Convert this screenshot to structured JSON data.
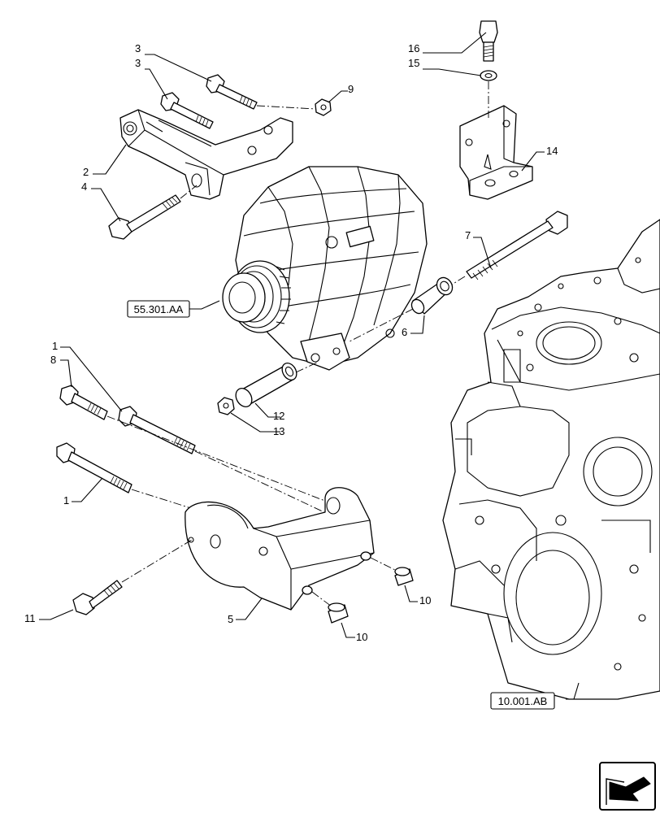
{
  "callouts": {
    "c16": "16",
    "c15": "15",
    "c3a": "3",
    "c3b": "3",
    "c9": "9",
    "c14": "14",
    "c2": "2",
    "c4": "4",
    "c7": "7",
    "c6": "6",
    "c1a": "1",
    "c8": "8",
    "c12": "12",
    "c13": "13",
    "c1b": "1",
    "c5": "5",
    "c10a": "10",
    "c10b": "10",
    "c11": "11"
  },
  "references": {
    "alternator_section": "55.301.AA",
    "engine_block_section": "10.001.AB"
  },
  "icons": {
    "nav": "previous-page-arrow-icon"
  }
}
